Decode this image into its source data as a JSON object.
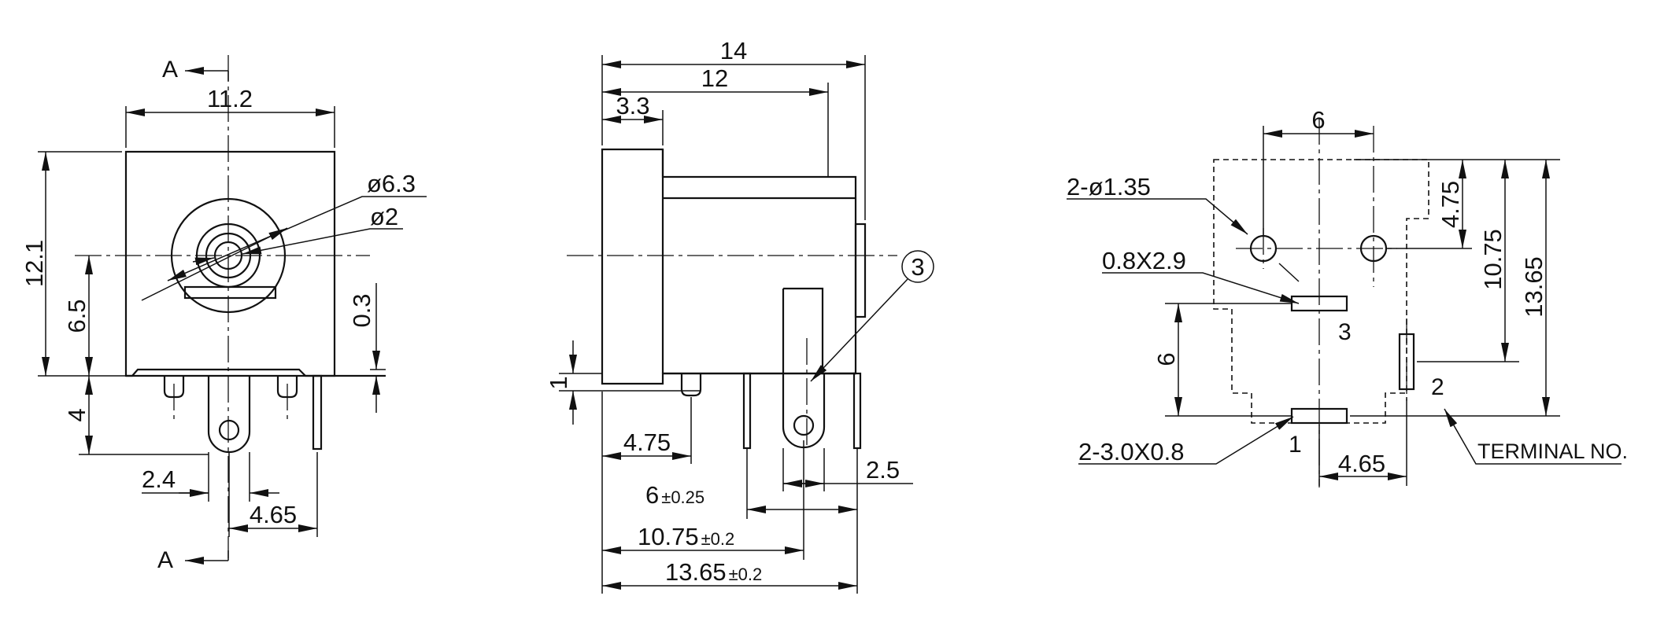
{
  "front_view": {
    "section_label_top": "A",
    "section_label_bottom": "A",
    "dims": {
      "width": "11.2",
      "height": "12.1",
      "outer_diameter": "ø6.3",
      "pin_diameter": "ø2",
      "center_height": "6.5",
      "offset": "0.3",
      "pin_length": "4",
      "pin_offset": "2.4",
      "pin_spacing": "4.65"
    }
  },
  "side_view": {
    "callout": "3",
    "dims": {
      "overall": "14",
      "body": "12",
      "flange": "3.3",
      "standoff": "1",
      "pin_pos": "4.75",
      "pin_gap": "2.5",
      "d6": "6",
      "d6_tol": "±0.25",
      "d1075": "10.75",
      "d1075_tol": "±0.2",
      "d1365": "13.65",
      "d1365_tol": "±0.2"
    }
  },
  "pcb_layout": {
    "hole_note": "2-ø1.35",
    "slot_note": "0.8X2.9",
    "pad_note": "2-3.0X0.8",
    "terminal_note": "TERMINAL NO.",
    "terminals": [
      "1",
      "2",
      "3"
    ],
    "dims": {
      "hole_spacing": "6",
      "hole_row": "4.75",
      "term2_y": "10.75",
      "overall_y": "13.65",
      "term3_y": "6",
      "term2_x": "4.65"
    }
  }
}
